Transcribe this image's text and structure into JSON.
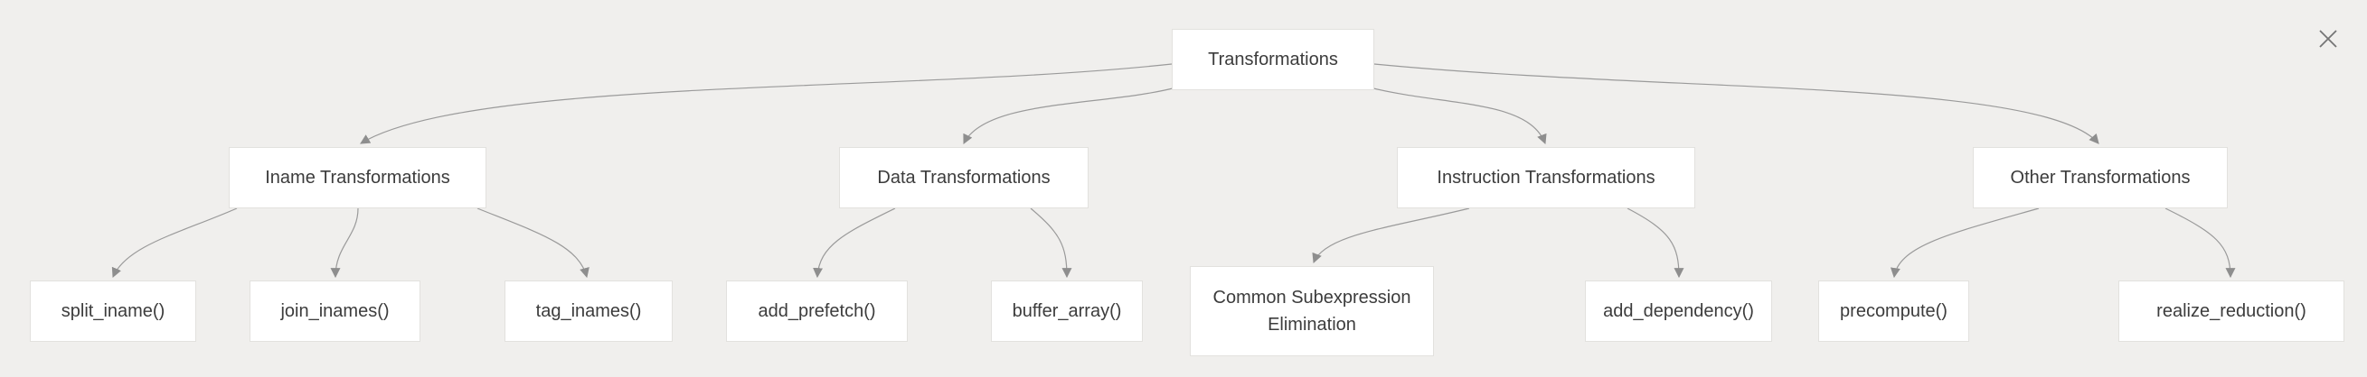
{
  "colors": {
    "canvas_bg": "#f0efed",
    "node_bg": "#ffffff",
    "node_border": "#e2e1de",
    "node_text": "#3c3c3c",
    "edge": "#9a9a9a",
    "arrowhead": "#8e8e8e",
    "close_icon": "#757575"
  },
  "tree": {
    "root": {
      "label": "Transformations"
    },
    "groups": [
      {
        "label": "Iname Transformations",
        "children": [
          {
            "label": "split_iname()"
          },
          {
            "label": "join_inames()"
          },
          {
            "label": "tag_inames()"
          }
        ]
      },
      {
        "label": "Data Transformations",
        "children": [
          {
            "label": "add_prefetch()"
          },
          {
            "label": "buffer_array()"
          }
        ]
      },
      {
        "label": "Instruction Transformations",
        "children": [
          {
            "label": "Common Subexpression Elimination"
          },
          {
            "label": "add_dependency()"
          }
        ]
      },
      {
        "label": "Other Transformations",
        "children": [
          {
            "label": "precompute()"
          },
          {
            "label": "realize_reduction()"
          }
        ]
      }
    ]
  }
}
